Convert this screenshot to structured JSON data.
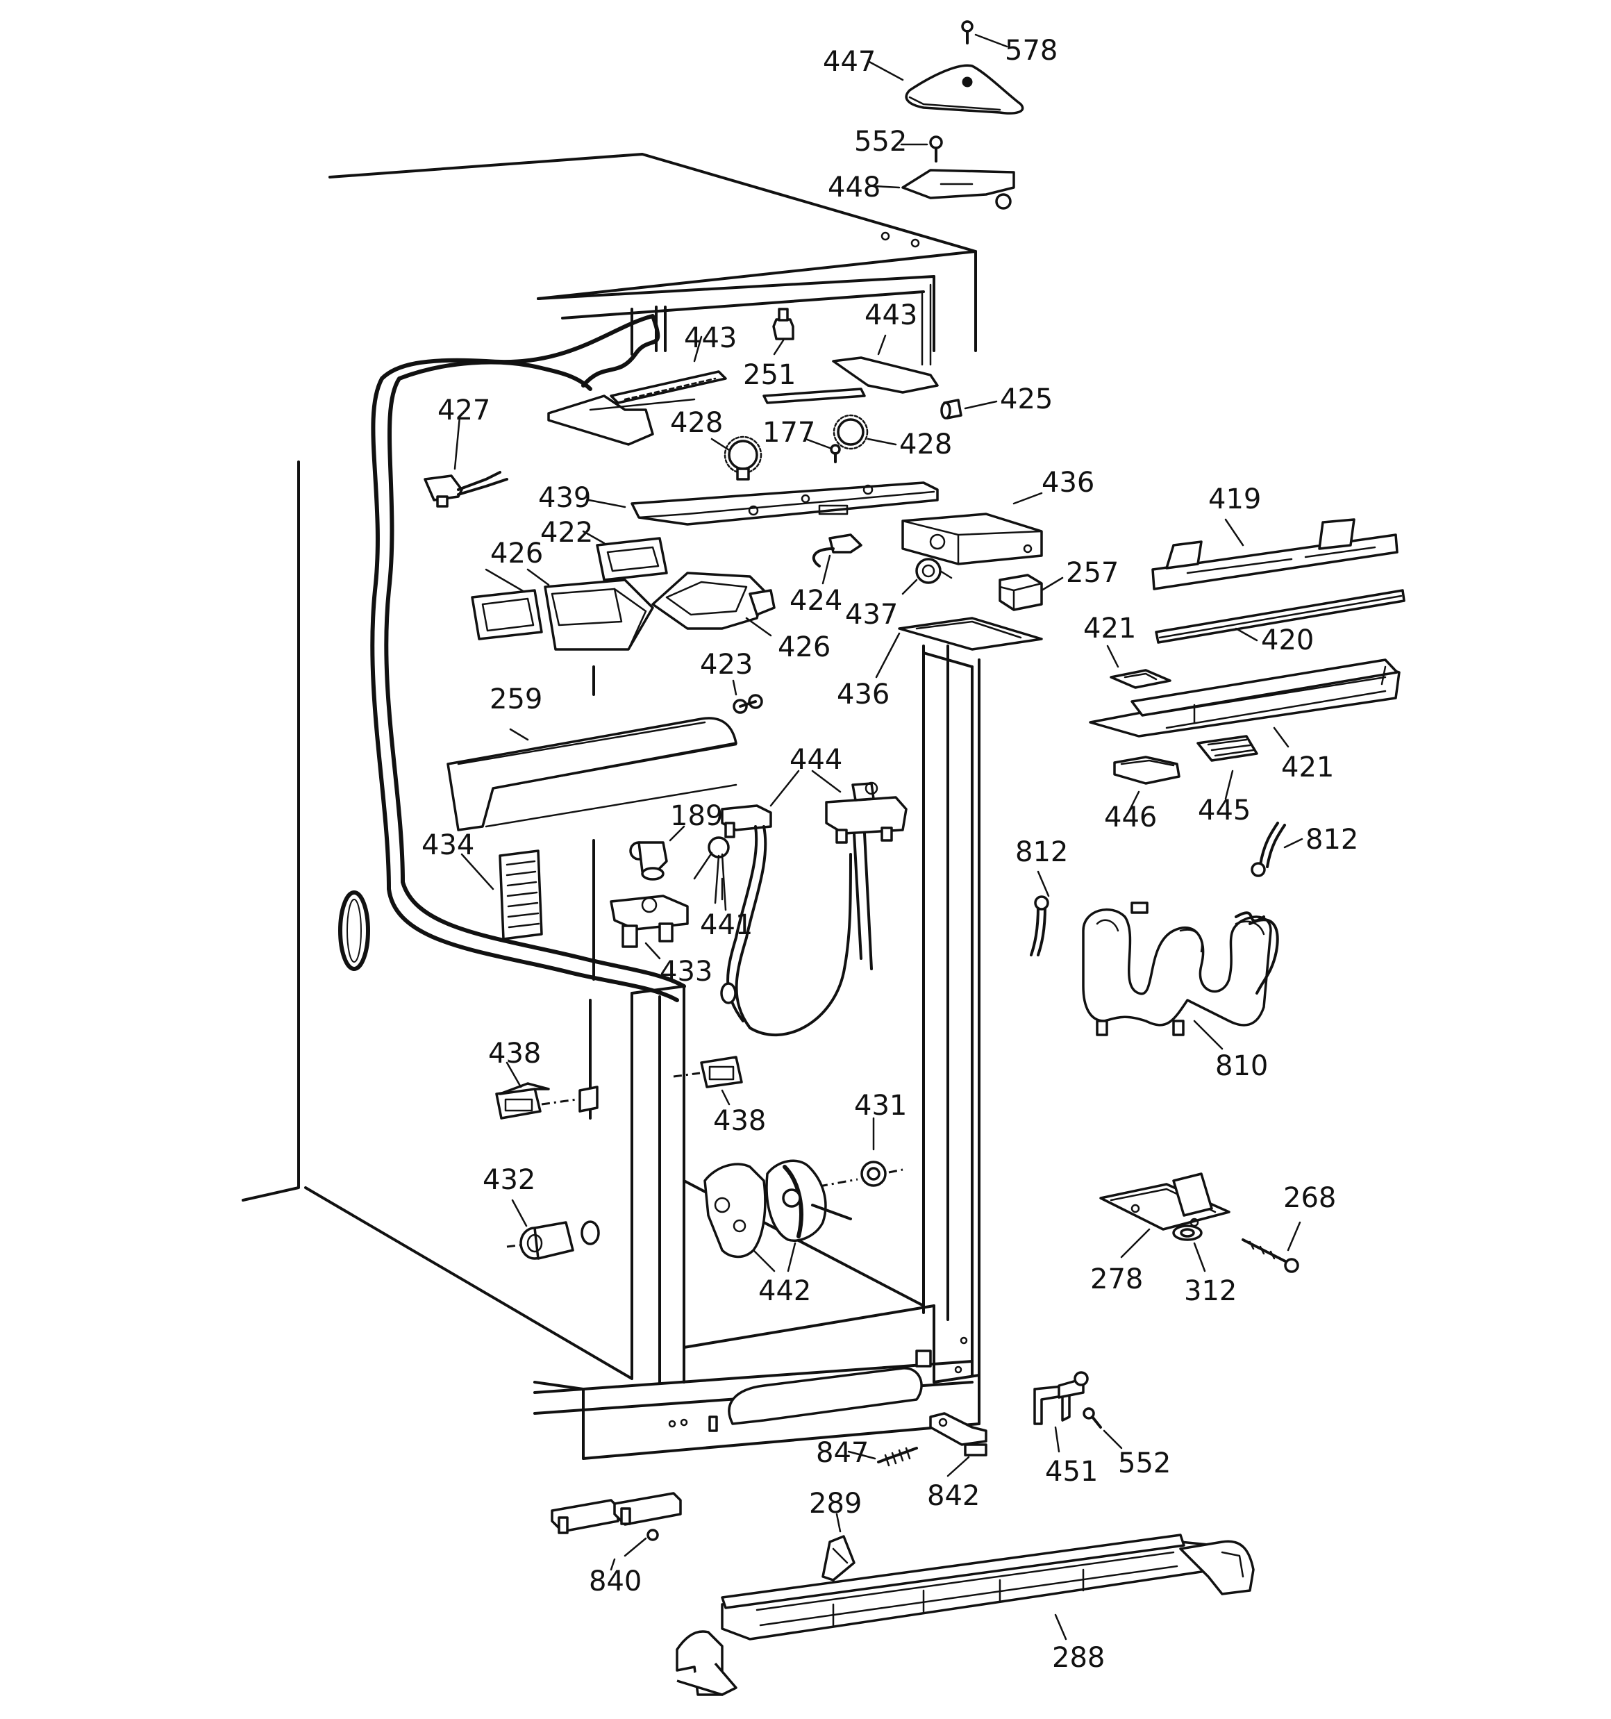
{
  "labels": {
    "l578": "578",
    "l447": "447",
    "l552a": "552",
    "l448": "448",
    "l443a": "443",
    "l251": "251",
    "l443b": "443",
    "l425": "425",
    "l427": "427",
    "l428a": "428",
    "l177": "177",
    "l428b": "428",
    "l439": "439",
    "l436a": "436",
    "l419": "419",
    "l422": "422",
    "l426a": "426",
    "l424": "424",
    "l437": "437",
    "l257": "257",
    "l426b": "426",
    "l436b": "436",
    "l421a": "421",
    "l420": "420",
    "l423": "423",
    "l259": "259",
    "l421b": "421",
    "l446": "446",
    "l445": "445",
    "l444": "444",
    "l189": "189",
    "l434": "434",
    "l812a": "812",
    "l812b": "812",
    "l441": "441",
    "l433": "433",
    "l810": "810",
    "l438a": "438",
    "l438b": "438",
    "l431": "431",
    "l432": "432",
    "l268": "268",
    "l442": "442",
    "l278": "278",
    "l312": "312",
    "l847": "847",
    "l451": "451",
    "l552b": "552",
    "l842": "842",
    "l289": "289",
    "l840": "840",
    "l288": "288"
  }
}
